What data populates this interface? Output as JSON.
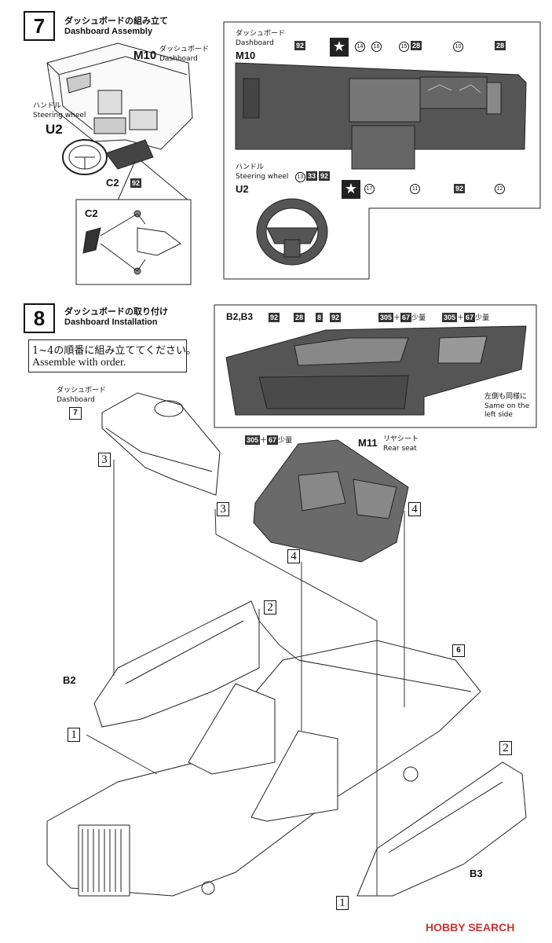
{
  "step7": {
    "number": "7",
    "title_jp": "ダッシュボードの組み立て",
    "title_en": "Dashboard Assembly",
    "m10_code": "M10",
    "m10_jp": "ダッシュボード",
    "m10_en": "Dashboard",
    "handle_jp": "ハンドル",
    "handle_en": "Steering wheel",
    "u2_code": "U2",
    "c2_code": "C2",
    "tag92": "92",
    "detail_c2": "C2"
  },
  "step7_detail": {
    "dash_jp": "ダッシュボード",
    "dash_en": "Dashboard",
    "m10": "M10",
    "handle_jp": "ハンドル",
    "handle_en": "Steering wheel",
    "u2": "U2",
    "colors": [
      "92",
      "14",
      "16",
      "15",
      "28",
      "10",
      "28",
      "17",
      "11",
      "92",
      "12",
      "13",
      "33",
      "92"
    ],
    "star": "★"
  },
  "step8": {
    "number": "8",
    "title_jp": "ダッシュボードの取り付け",
    "title_en": "Dashboard Installation",
    "order_jp": "1~4の順番に組み立ててください。",
    "order_en": "Assemble with order.",
    "dash_jp": "ダッシュボード",
    "dash_en": "Dashboard",
    "dash_step": "7",
    "b2b3": "B2,B3",
    "panel_tags": [
      "92",
      "28",
      "8",
      "92"
    ],
    "mix1": "305",
    "mix2": "67",
    "small_amt": "少量",
    "plus": "＋",
    "same_jp": "左側も同様に",
    "same_en1": "Same on the",
    "same_en2": "left side",
    "m11": "M11",
    "rear_jp": "リヤシート",
    "rear_en": "Rear seat",
    "b2": "B2",
    "b3": "B3",
    "step6": "6",
    "order_nums": [
      "1",
      "2",
      "3",
      "4"
    ]
  },
  "watermark": {
    "brand": "HOBBY SEARCH"
  }
}
